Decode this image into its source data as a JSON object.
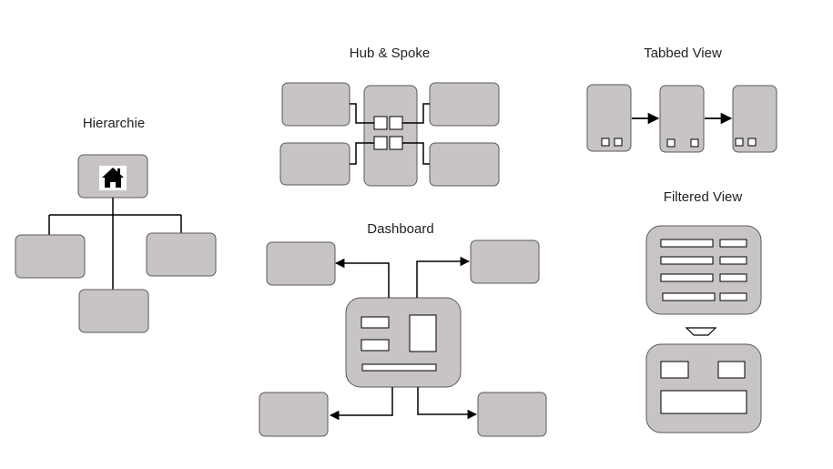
{
  "colors": {
    "box_fill": "#c8c4c4",
    "box_stroke": "#5a5a5a",
    "line": "#000000",
    "inner_fill": "#ffffff",
    "text": "#222222"
  },
  "sections": {
    "hierarchy": {
      "title": "Hierarchie",
      "root_icon": "home-icon"
    },
    "hub_spoke": {
      "title": "Hub & Spoke"
    },
    "tabbed_view": {
      "title": "Tabbed View"
    },
    "dashboard": {
      "title": "Dashboard"
    },
    "filtered_view": {
      "title": "Filtered View"
    }
  }
}
